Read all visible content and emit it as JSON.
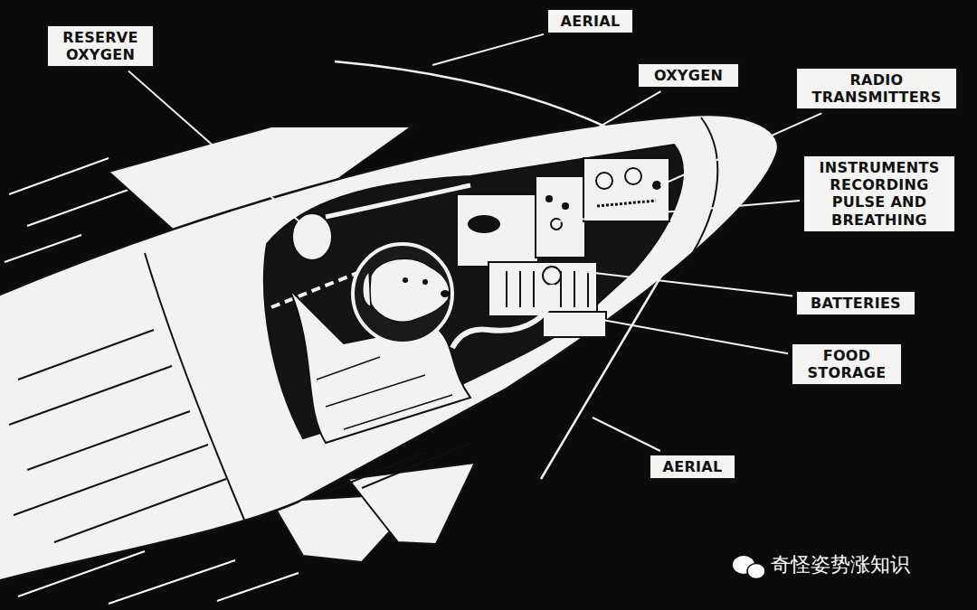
{
  "diagram": {
    "labels": [
      "RESERVE OXYGEN",
      "AERIAL",
      "OXYGEN",
      "RADIO TRANSMITTERS",
      "INSTRUMENTS RECORDING PULSE AND BREATHING",
      "BATTERIES",
      "FOOD STORAGE",
      "AERIAL",
      "奇怪姿势涨知识"
    ]
  }
}
